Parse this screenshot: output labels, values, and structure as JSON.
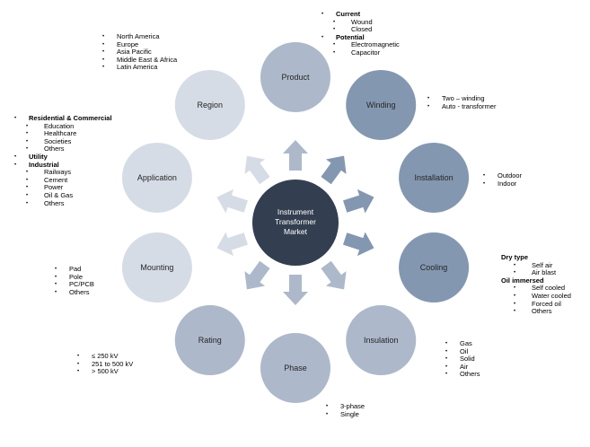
{
  "center": {
    "title_lines": [
      "Instrument",
      "Transformer",
      "Market"
    ],
    "color": "#333F50"
  },
  "colors": {
    "dark": "#8497B0",
    "medium": "#ADB9CA",
    "light": "#D6DCE5"
  },
  "segments": [
    {
      "id": "product",
      "label": "Product",
      "tone": "medium",
      "items": [
        {
          "text": "Current",
          "level": "h"
        },
        {
          "text": "Wound",
          "level": "b2"
        },
        {
          "text": "Closed",
          "level": "b2"
        },
        {
          "text": "Potential",
          "level": "h"
        },
        {
          "text": "Electromagnetic",
          "level": "b2"
        },
        {
          "text": "Capacitor",
          "level": "b2"
        }
      ]
    },
    {
      "id": "winding",
      "label": "Winding",
      "tone": "dark",
      "items": [
        {
          "text": "Two – winding",
          "level": "b1"
        },
        {
          "text": "Auto - transformer",
          "level": "b1"
        }
      ]
    },
    {
      "id": "installation",
      "label": "Installation",
      "tone": "dark",
      "items": [
        {
          "text": "Outdoor",
          "level": "b1"
        },
        {
          "text": "Indoor",
          "level": "b1"
        }
      ]
    },
    {
      "id": "cooling",
      "label": "Cooling",
      "tone": "dark",
      "items": [
        {
          "text": "Dry type",
          "level": "h-nobullet"
        },
        {
          "text": "Self air",
          "level": "b2"
        },
        {
          "text": "Air blast",
          "level": "b2"
        },
        {
          "text": "Oil immersed",
          "level": "h-nobullet"
        },
        {
          "text": "Self cooled",
          "level": "b2"
        },
        {
          "text": "Water cooled",
          "level": "b2"
        },
        {
          "text": "Forced oil",
          "level": "b2"
        },
        {
          "text": "Others",
          "level": "b2"
        }
      ]
    },
    {
      "id": "insulation",
      "label": "Insulation",
      "tone": "medium",
      "items": [
        {
          "text": "Gas",
          "level": "b1"
        },
        {
          "text": "Oil",
          "level": "b1"
        },
        {
          "text": "Solid",
          "level": "b1"
        },
        {
          "text": "Air",
          "level": "b1"
        },
        {
          "text": "Others",
          "level": "b1"
        }
      ]
    },
    {
      "id": "phase",
      "label": "Phase",
      "tone": "medium",
      "items": [
        {
          "text": "3-phase",
          "level": "b1"
        },
        {
          "text": "Single",
          "level": "b1"
        }
      ]
    },
    {
      "id": "rating",
      "label": "Rating",
      "tone": "medium",
      "items": [
        {
          "text": "≤ 250 kV",
          "level": "b1"
        },
        {
          "text": "251 to 500 kV",
          "level": "b1"
        },
        {
          "text": "> 500 kV",
          "level": "b1"
        }
      ]
    },
    {
      "id": "mounting",
      "label": "Mounting",
      "tone": "light",
      "items": [
        {
          "text": "Pad",
          "level": "b1"
        },
        {
          "text": "Pole",
          "level": "b1"
        },
        {
          "text": "PC/PCB",
          "level": "b1"
        },
        {
          "text": "Others",
          "level": "b1"
        }
      ]
    },
    {
      "id": "application",
      "label": "Application",
      "tone": "light",
      "items": [
        {
          "text": "Residential & Commercial",
          "level": "h"
        },
        {
          "text": "Education",
          "level": "b2"
        },
        {
          "text": "Healthcare",
          "level": "b2"
        },
        {
          "text": "Societies",
          "level": "b2"
        },
        {
          "text": "Others",
          "level": "b2"
        },
        {
          "text": "Utility",
          "level": "h"
        },
        {
          "text": "Industrial",
          "level": "h"
        },
        {
          "text": "Railways",
          "level": "b2"
        },
        {
          "text": "Cement",
          "level": "b2"
        },
        {
          "text": "Power",
          "level": "b2"
        },
        {
          "text": "Oil & Gas",
          "level": "b2"
        },
        {
          "text": "Others",
          "level": "b2"
        }
      ]
    },
    {
      "id": "region",
      "label": "Region",
      "tone": "light",
      "items": [
        {
          "text": "North America",
          "level": "b1"
        },
        {
          "text": "Europe",
          "level": "b1"
        },
        {
          "text": "Asia Pacific",
          "level": "b1"
        },
        {
          "text": "Middle East & Africa",
          "level": "b1"
        },
        {
          "text": "Latin America",
          "level": "b1"
        }
      ]
    }
  ]
}
